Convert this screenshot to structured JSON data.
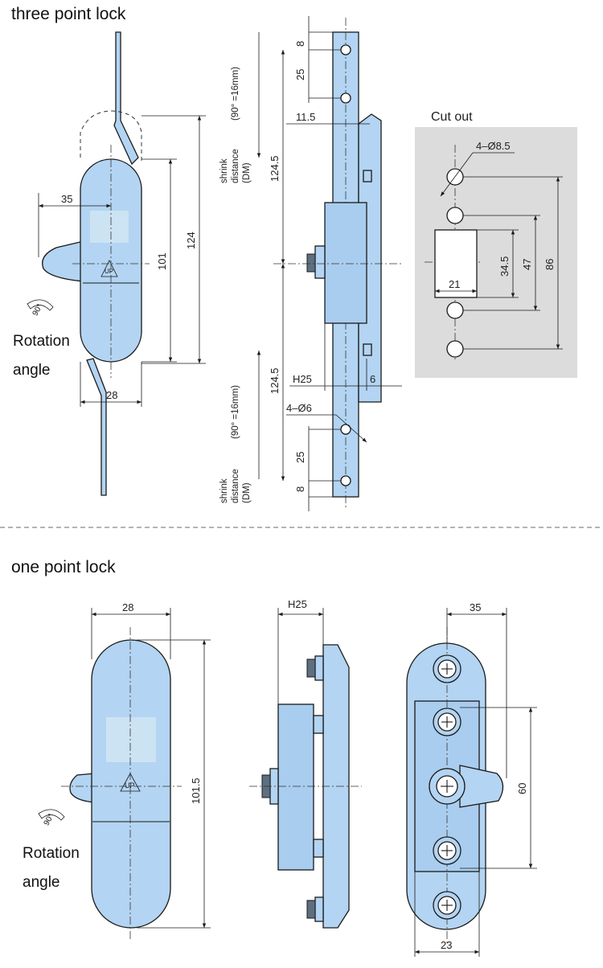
{
  "sections": {
    "three_point": {
      "title": "three point lock",
      "rotation_label_line1": "Rotation",
      "rotation_label_line2": "angle",
      "rotation_degree": "90°",
      "up_mark": "UP",
      "cut_out_title": "Cut out",
      "shrink_top": [
        "shrink",
        "distance",
        "(DM)",
        "(90°  =16mm)"
      ],
      "shrink_bottom": [
        "shrink",
        "distance",
        "(DM)",
        "(90°  =16mm)"
      ],
      "dims": {
        "handle_offset": "35",
        "body_height": "101",
        "overall_height": "124",
        "body_width": "28",
        "hole_top": "8",
        "hole_spacing_top": "25",
        "offset": "11.5",
        "rod_travel_top": "124.5",
        "rod_travel_bottom": "124.5",
        "depth": "H25",
        "thickness": "6",
        "rod_holes": "4–Ø6",
        "hole_spacing_bottom": "25",
        "hole_bottom": "8",
        "cut_holes": "4–Ø8.5",
        "cut_height": "34.5",
        "cut_width": "21",
        "cut_pitch_inner": "47",
        "cut_pitch_outer": "86"
      }
    },
    "one_point": {
      "title": "one point lock",
      "rotation_label_line1": "Rotation",
      "rotation_label_line2": "angle",
      "rotation_degree": "90°",
      "up_mark": "UP",
      "dims": {
        "body_width": "28",
        "body_height": "101.5",
        "depth": "H25",
        "back_width": "35",
        "screw_pitch": "60",
        "base_width": "23"
      }
    }
  },
  "colors": {
    "part": "#b3d4f2",
    "cut_out_bg": "#dcdcdc",
    "divider": "#888888"
  }
}
